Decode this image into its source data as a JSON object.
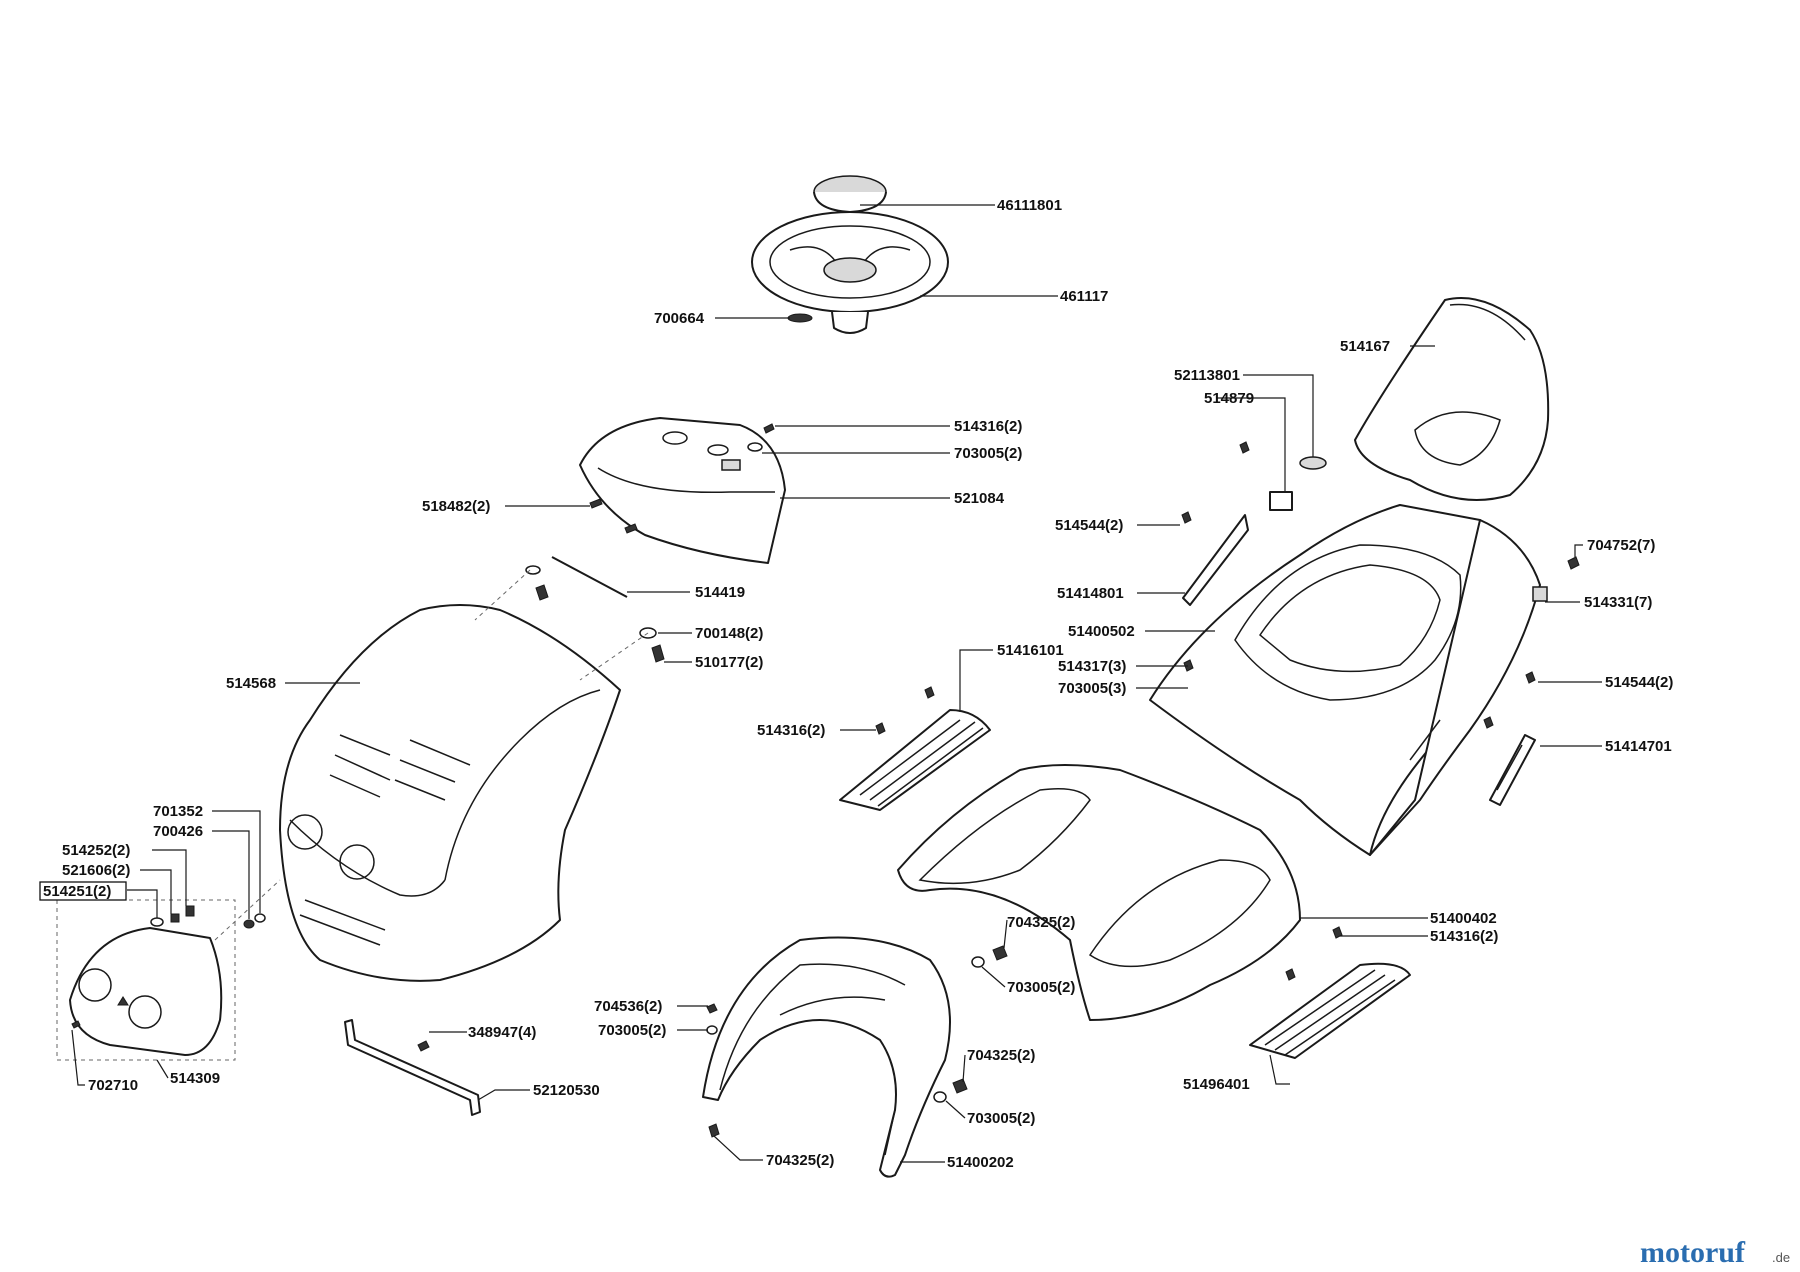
{
  "labels": {
    "l46111801": "46111801",
    "l461117": "461117",
    "l700664": "700664",
    "l514167": "514167",
    "l52113801": "52113801",
    "l514879": "514879",
    "l514316_a": "514316(2)",
    "l703005_a": "703005(2)",
    "l518482": "518482(2)",
    "l521084": "521084",
    "l514544_a": "514544(2)",
    "l704752": "704752(7)",
    "l514419": "514419",
    "l51414801": "51414801",
    "l514331": "514331(7)",
    "l700148": "700148(2)",
    "l51400502": "51400502",
    "l510177": "510177(2)",
    "l51416101": "51416101",
    "l514317": "514317(3)",
    "l703005_b": "703005(3)",
    "l514568": "514568",
    "l514544_b": "514544(2)",
    "l514316_b": "514316(2)",
    "l51414701": "51414701",
    "l701352": "701352",
    "l700426": "700426",
    "l514252": "514252(2)",
    "l521606": "521606(2)",
    "l514251": "514251(2)",
    "l51400402": "51400402",
    "l514316_c": "514316(2)",
    "l704325_a": "704325(2)",
    "l703005_c": "703005(2)",
    "l704536": "704536(2)",
    "l703005_d": "703005(2)",
    "l348947": "348947(4)",
    "l704325_b": "704325(2)",
    "l702710": "702710",
    "l514309": "514309",
    "l52120530": "52120530",
    "l703005_e": "703005(2)",
    "l51496401": "51496401",
    "l704325_c": "704325(2)",
    "l51400202": "51400202"
  },
  "watermark": {
    "brand": "motoruf",
    "suffix": ".de",
    "color_primary": "#2a6db0",
    "color_accent": "#e07a1f"
  }
}
